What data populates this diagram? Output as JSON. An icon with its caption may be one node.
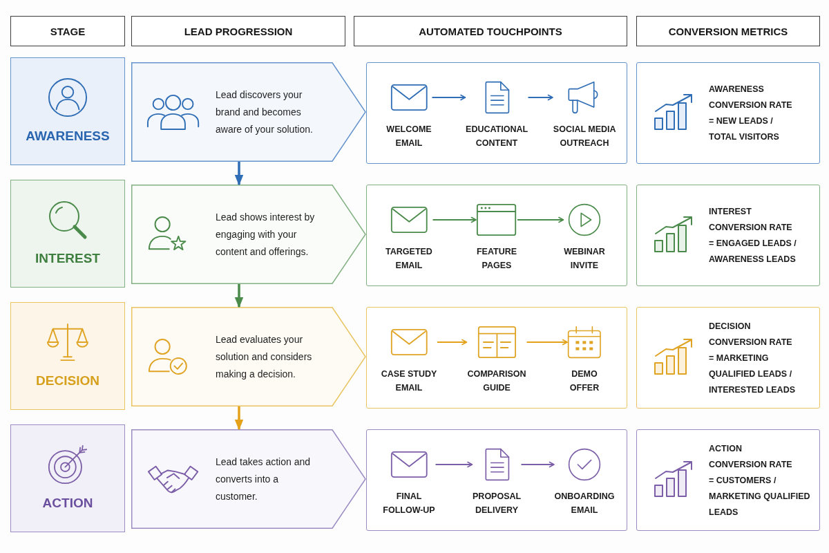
{
  "diagram": {
    "nodes": [
      {
        "text": [
          "STAGE"
        ]
      },
      {
        "text": [
          "LEAD PROGRESSION"
        ]
      },
      {
        "text": [
          "AUTOMATED TOUCHPOINTS"
        ]
      },
      {
        "text": [
          "CONVERSION METRICS"
        ]
      },
      {
        "text": [
          "AWARENESS"
        ]
      },
      {
        "text": [
          "Lead discovers your brand and becomes aware of your solution."
        ]
      },
      {
        "text": [],
        "shape": "box"
      },
      {
        "text": [
          "WELCOME EMAIL"
        ],
        "in": 6
      },
      {
        "text": [
          "EDUCATIONAL CONTENT"
        ],
        "in": 6
      },
      {
        "text": [
          "SOCIAL MEDIA OUTREACH"
        ],
        "in": 6
      },
      {
        "text": [
          "AWARENESS CONVERSION RATE",
          "= NEW LEADS / TOTAL VISITORS"
        ]
      },
      {
        "text": [
          "INTEREST"
        ]
      },
      {
        "text": [
          "Lead shows interest by engaging with your content and offerings."
        ]
      },
      {
        "text": [],
        "shape": "box"
      },
      {
        "text": [
          "TARGETED EMAIL"
        ],
        "in": 13
      },
      {
        "text": [
          "FEATURE PAGES"
        ],
        "in": 13
      },
      {
        "text": [
          "WEBINAR INVITE"
        ],
        "in": 13
      },
      {
        "text": [
          "INTEREST CONVERSION RATE",
          "= ENGAGED LEADS / AWARENESS LEADS"
        ]
      },
      {
        "text": [
          "DECISION"
        ]
      },
      {
        "text": [
          "Lead evaluates your solution and considers making a decision."
        ]
      },
      {
        "text": [],
        "shape": "box"
      },
      {
        "text": [
          "CASE STUDY EMAIL"
        ],
        "in": 20
      },
      {
        "text": [
          "COMPARISON GUIDE"
        ],
        "in": 20
      },
      {
        "text": [
          "DEMO OFFER"
        ],
        "in": 20
      },
      {
        "text": [
          "DECISION CONVERSION RATE",
          "= MARKETING QUALIFIED LEADS / INTERESTED LEADS"
        ]
      },
      {
        "text": [
          "ACTION"
        ]
      },
      {
        "text": [
          "Lead takes action and converts into a customer."
        ]
      },
      {
        "text": [],
        "shape": "box"
      },
      {
        "text": [
          "FINAL FOLLOW-UP"
        ],
        "in": 27
      },
      {
        "text": [
          "PROPOSAL DELIVERY"
        ],
        "in": 27
      },
      {
        "text": [
          "ONBOARDING EMAIL"
        ],
        "in": 27
      },
      {
        "text": [
          "ACTION CONVERSION RATE",
          "= CUSTOMERS / MARKETING QUALIFIED LEADS"
        ]
      }
    ],
    "edges": [
      {
        "from": 7,
        "to": 8,
        "arrow": "to",
        "color": "#2f6db5"
      },
      {
        "from": 8,
        "to": 9,
        "arrow": "to",
        "color": "#2f6db5"
      },
      {
        "from": 5,
        "to": 12,
        "arrow": "to",
        "color": "#2f6db5"
      },
      {
        "from": 14,
        "to": 15,
        "arrow": "to",
        "color": "#4a8a4a"
      },
      {
        "from": 15,
        "to": 16,
        "arrow": "to",
        "color": "#4a8a4a"
      },
      {
        "from": 12,
        "to": 19,
        "arrow": "to",
        "color": "#4a8a4a"
      },
      {
        "from": 21,
        "to": 22,
        "arrow": "to",
        "color": "#e3a21a"
      },
      {
        "from": 22,
        "to": 23,
        "arrow": "to",
        "color": "#e3a21a"
      },
      {
        "from": 19,
        "to": 26,
        "arrow": "to",
        "color": "#e3a21a"
      },
      {
        "from": 28,
        "to": 29,
        "arrow": "to",
        "color": "#7b5ea7"
      },
      {
        "from": 29,
        "to": 30,
        "arrow": "to",
        "color": "#7b5ea7"
      }
    ]
  }
}
